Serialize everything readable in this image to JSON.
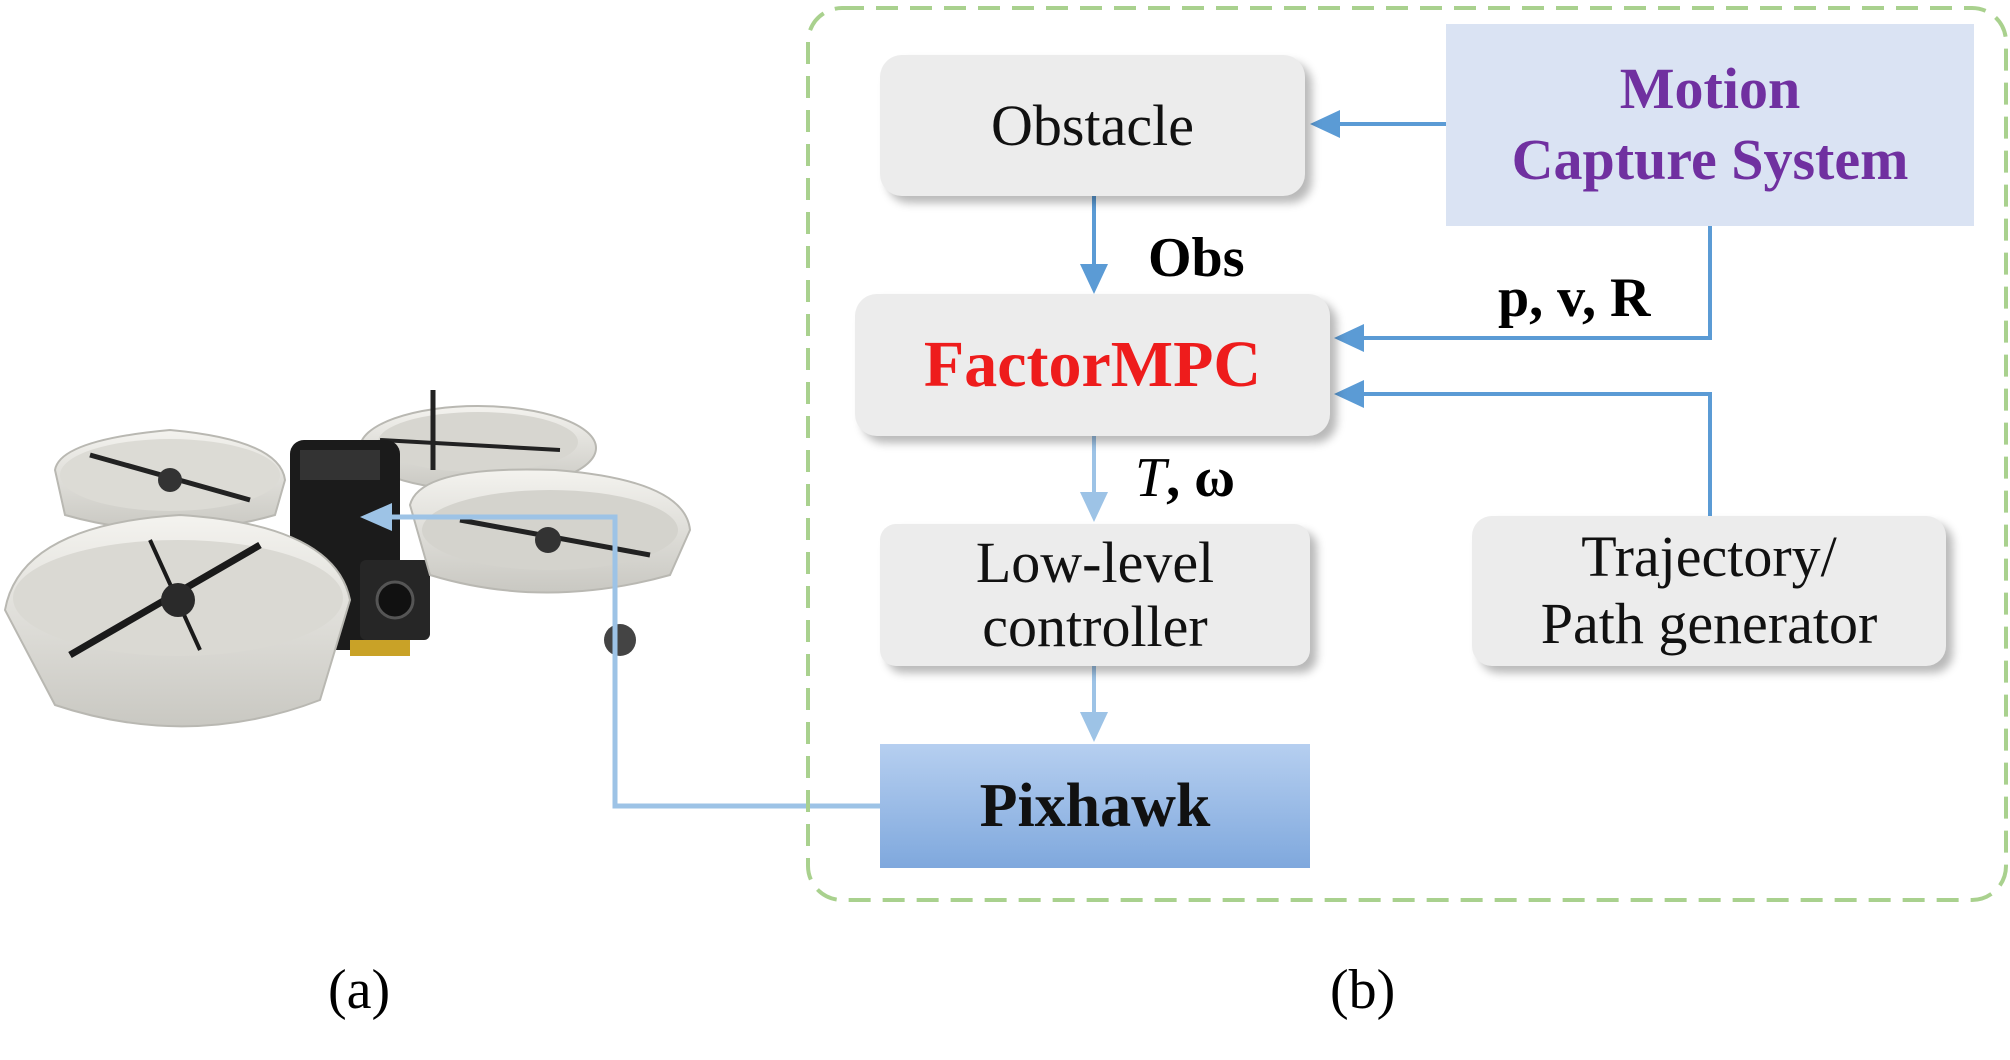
{
  "nodes": {
    "obstacle": "Obstacle",
    "factormpc": "FactorMPC",
    "lowlevel": [
      "Low-level",
      "controller"
    ],
    "pixhawk": "Pixhawk",
    "mocap": [
      "Motion",
      "Capture System"
    ],
    "trajectory": [
      "Trajectory/",
      "Path generator"
    ]
  },
  "edges": {
    "obs": "Obs",
    "pvr": "p, v, R",
    "t": "T",
    "omega": ", ω"
  },
  "captions": {
    "a": "(a)",
    "b": "(b)"
  },
  "colors": {
    "accent_red": "#ee1c1c",
    "accent_purple": "#7030a0",
    "arrow_blue": "#5b9bd5",
    "arrow_light": "#9dc3e6",
    "dash_green": "#a9d18e",
    "mocap_fill": "#dae3f3",
    "pixhawk_fill": "#8fb4e3"
  }
}
